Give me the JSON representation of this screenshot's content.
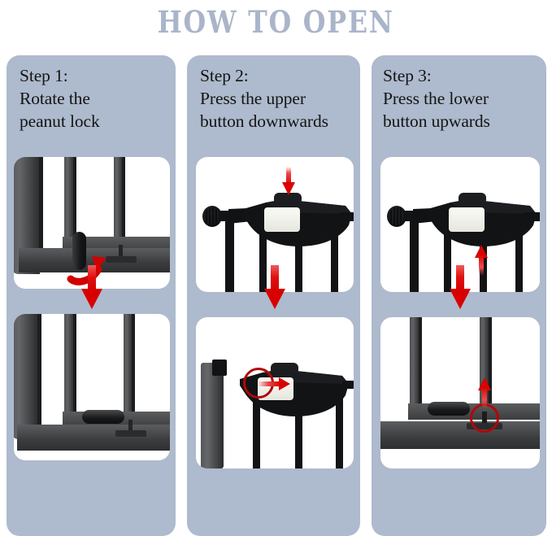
{
  "header": {
    "title": "HOW TO OPEN",
    "title_color": "#aab5ca"
  },
  "theme": {
    "panel_bg": "#aebacd",
    "photo_bg": "#ffffff",
    "page_bg": "#ffffff",
    "accent_red": "#d90202",
    "highlight_red": "#b00808",
    "metal_dark": "#3d3f41",
    "metal_black": "#111315",
    "text_color": "#141414"
  },
  "panels": [
    {
      "id": "step-1",
      "step_label": "Step 1:",
      "caption_lines": [
        "Step 1:",
        "Rotate the",
        "peanut lock"
      ],
      "photos": [
        {
          "id": "step-1-before",
          "alt": "Baby gate bottom frame with vertical peanut lock and red curved rotate arrow",
          "indicator": "curved-rotate-arrow"
        },
        {
          "id": "step-1-after",
          "alt": "Baby gate bottom frame with peanut lock rotated to horizontal position",
          "indicator": "none"
        }
      ],
      "connector": "red-down-arrow"
    },
    {
      "id": "step-2",
      "step_label": "Step 2:",
      "caption_lines": [
        "Step 2:",
        "Press the upper",
        "button downwards"
      ],
      "photos": [
        {
          "id": "step-2-before",
          "alt": "Top of gate handle assembly with red arrow pointing down at the upper button",
          "indicator": "red-down-arrow"
        },
        {
          "id": "step-2-after",
          "alt": "Gate handle released, red circle around white button and red arrow pointing right",
          "indicator": "red-circle-and-right-arrow"
        }
      ],
      "connector": "red-down-arrow"
    },
    {
      "id": "step-3",
      "step_label": "Step 3:",
      "caption_lines": [
        "Step 3:",
        "Press the lower",
        "button upwards"
      ],
      "photos": [
        {
          "id": "step-3-before",
          "alt": "Top of gate handle assembly with red arrow pointing up beneath the handle",
          "indicator": "red-up-arrow"
        },
        {
          "id": "step-3-after",
          "alt": "Bottom of gate with horizontal peanut lock, red circle around the pin and red arrow pointing up",
          "indicator": "red-circle-and-up-arrow"
        }
      ],
      "connector": "red-down-arrow"
    }
  ]
}
